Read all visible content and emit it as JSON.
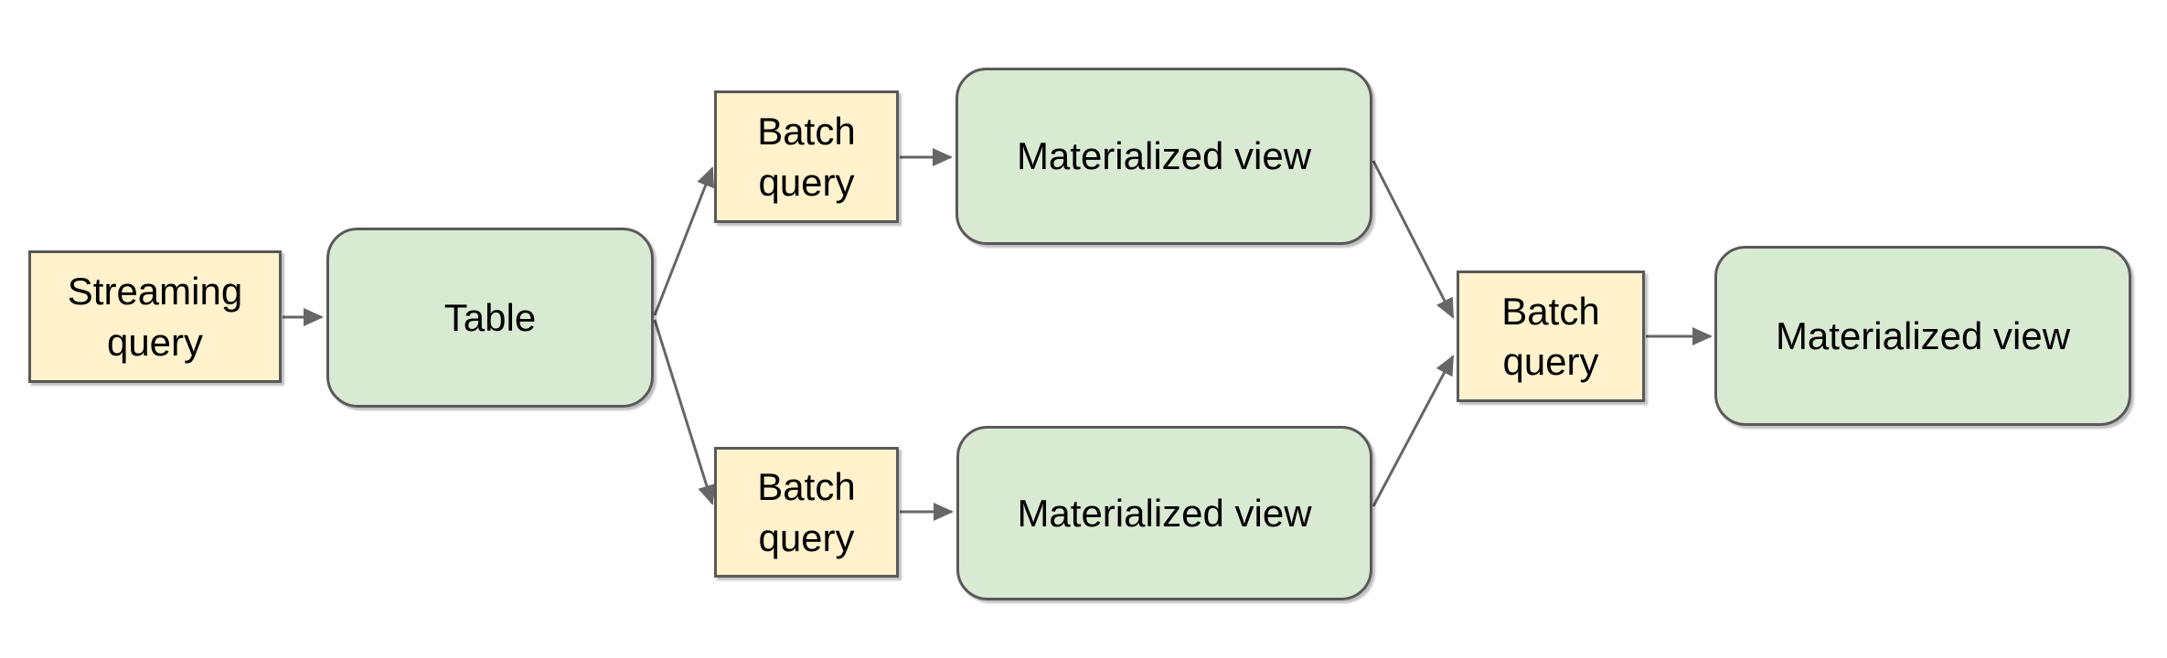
{
  "diagram": {
    "colors": {
      "background": "#ffffff",
      "query_fill": "#fff2cc",
      "view_fill": "#d9ead3",
      "border": "#595959",
      "arrow": "#666666",
      "text": "#000000"
    },
    "nodes": [
      {
        "id": "streaming-query",
        "label": "Streaming query",
        "kind": "query"
      },
      {
        "id": "table",
        "label": "Table",
        "kind": "table"
      },
      {
        "id": "batch-query-top",
        "label": "Batch query",
        "kind": "query"
      },
      {
        "id": "materialized-view-top",
        "label": "Materialized view",
        "kind": "view"
      },
      {
        "id": "batch-query-bottom",
        "label": "Batch query",
        "kind": "query"
      },
      {
        "id": "materialized-view-bottom",
        "label": "Materialized view",
        "kind": "view"
      },
      {
        "id": "batch-query-final",
        "label": "Batch query",
        "kind": "query"
      },
      {
        "id": "materialized-view-final",
        "label": "Materialized view",
        "kind": "view"
      }
    ],
    "edges": [
      {
        "from": "streaming-query",
        "to": "table"
      },
      {
        "from": "table",
        "to": "batch-query-top"
      },
      {
        "from": "batch-query-top",
        "to": "materialized-view-top"
      },
      {
        "from": "table",
        "to": "batch-query-bottom"
      },
      {
        "from": "batch-query-bottom",
        "to": "materialized-view-bottom"
      },
      {
        "from": "materialized-view-top",
        "to": "batch-query-final"
      },
      {
        "from": "materialized-view-bottom",
        "to": "batch-query-final"
      },
      {
        "from": "batch-query-final",
        "to": "materialized-view-final"
      }
    ]
  }
}
